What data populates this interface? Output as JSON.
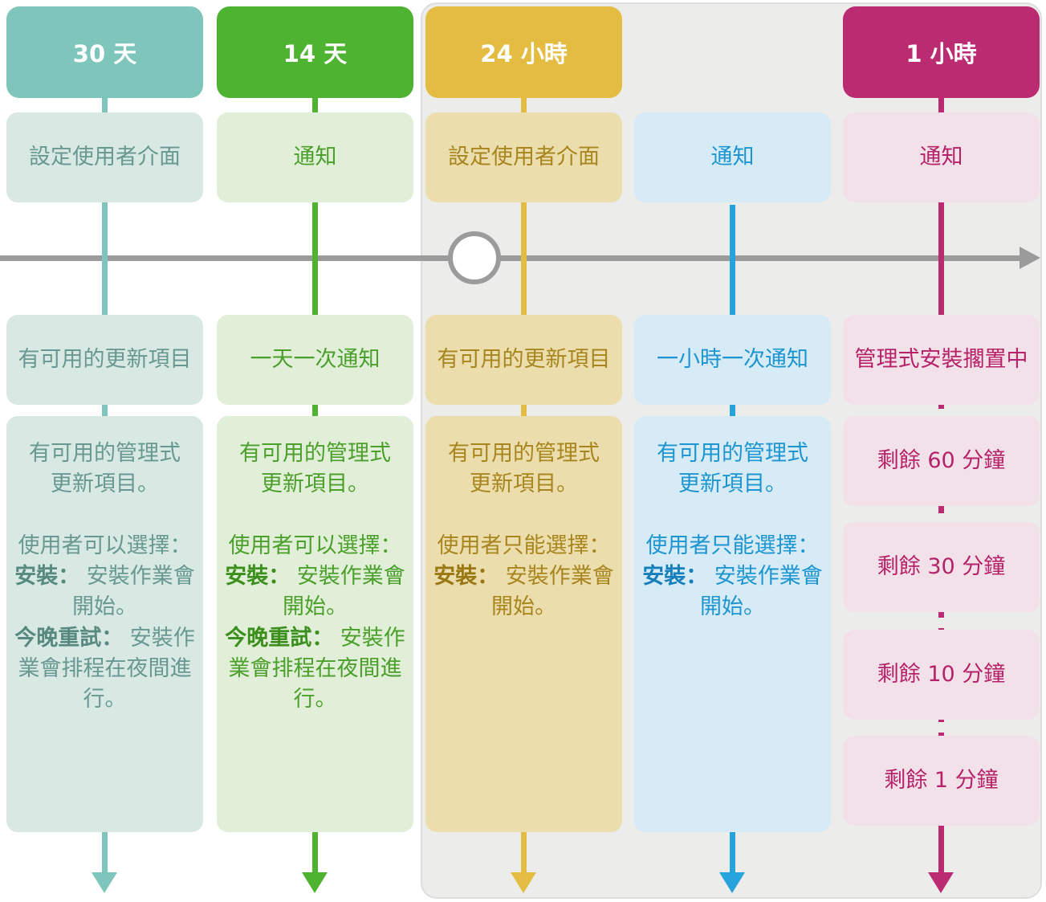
{
  "icons": {
    "moon": "crescent-moon",
    "timeline_arrow": "right-arrow",
    "column_arrows": "down-arrow"
  },
  "colors": {
    "timeline": "#9B9B9B",
    "panel_bg": "#ECEDEB",
    "teal": "#7EC5BB",
    "teal_light": "#D8E9E4",
    "green": "#4DB331",
    "green_light": "#E2EFD8",
    "gold": "#E3BC41",
    "gold_light": "#EBDEAC",
    "blue": "#27A3DB",
    "blue_light": "#D6EBF6",
    "magenta": "#BB2B71",
    "magenta_light": "#F3E1EA"
  },
  "columns": [
    {
      "header": "30 天",
      "row1": "設定使用者介面",
      "row2": "有可用的更新項目",
      "detail": {
        "intro": "有可用的管理式更新項目。",
        "choice": "使用者可以選擇：",
        "install_label": "安裝：",
        "install_text": " 安裝作業會開始。",
        "retry_label": "今晚重試：",
        "retry_text": " 安裝作業會排程在夜間進行。"
      }
    },
    {
      "header": "14 天",
      "row1": "通知",
      "row2": "一天一次通知",
      "detail": {
        "intro": "有可用的管理式更新項目。",
        "choice": "使用者可以選擇：",
        "install_label": "安裝：",
        "install_text": " 安裝作業會開始。",
        "retry_label": "今晚重試：",
        "retry_text": " 安裝作業會排程在夜間進行。"
      }
    },
    {
      "header": "24 小時",
      "row1": "設定使用者介面",
      "row2": "有可用的更新項目",
      "detail": {
        "intro": "有可用的管理式更新項目。",
        "choice": "使用者只能選擇：",
        "install_label": "安裝：",
        "install_text": " 安裝作業會開始。"
      }
    },
    {
      "header": "",
      "row1": "通知",
      "row2": "一小時一次通知",
      "detail": {
        "intro": "有可用的管理式更新項目。",
        "choice": "使用者只能選擇：",
        "install_label": "安裝：",
        "install_text": " 安裝作業會開始。"
      }
    },
    {
      "header": "1 小時",
      "row1": "通知",
      "row2": "管理式安裝擱置中",
      "minutes": [
        "剩餘 60 分鐘",
        "剩餘 30 分鐘",
        "剩餘 10 分鐘",
        "剩餘 1 分鐘"
      ]
    }
  ]
}
